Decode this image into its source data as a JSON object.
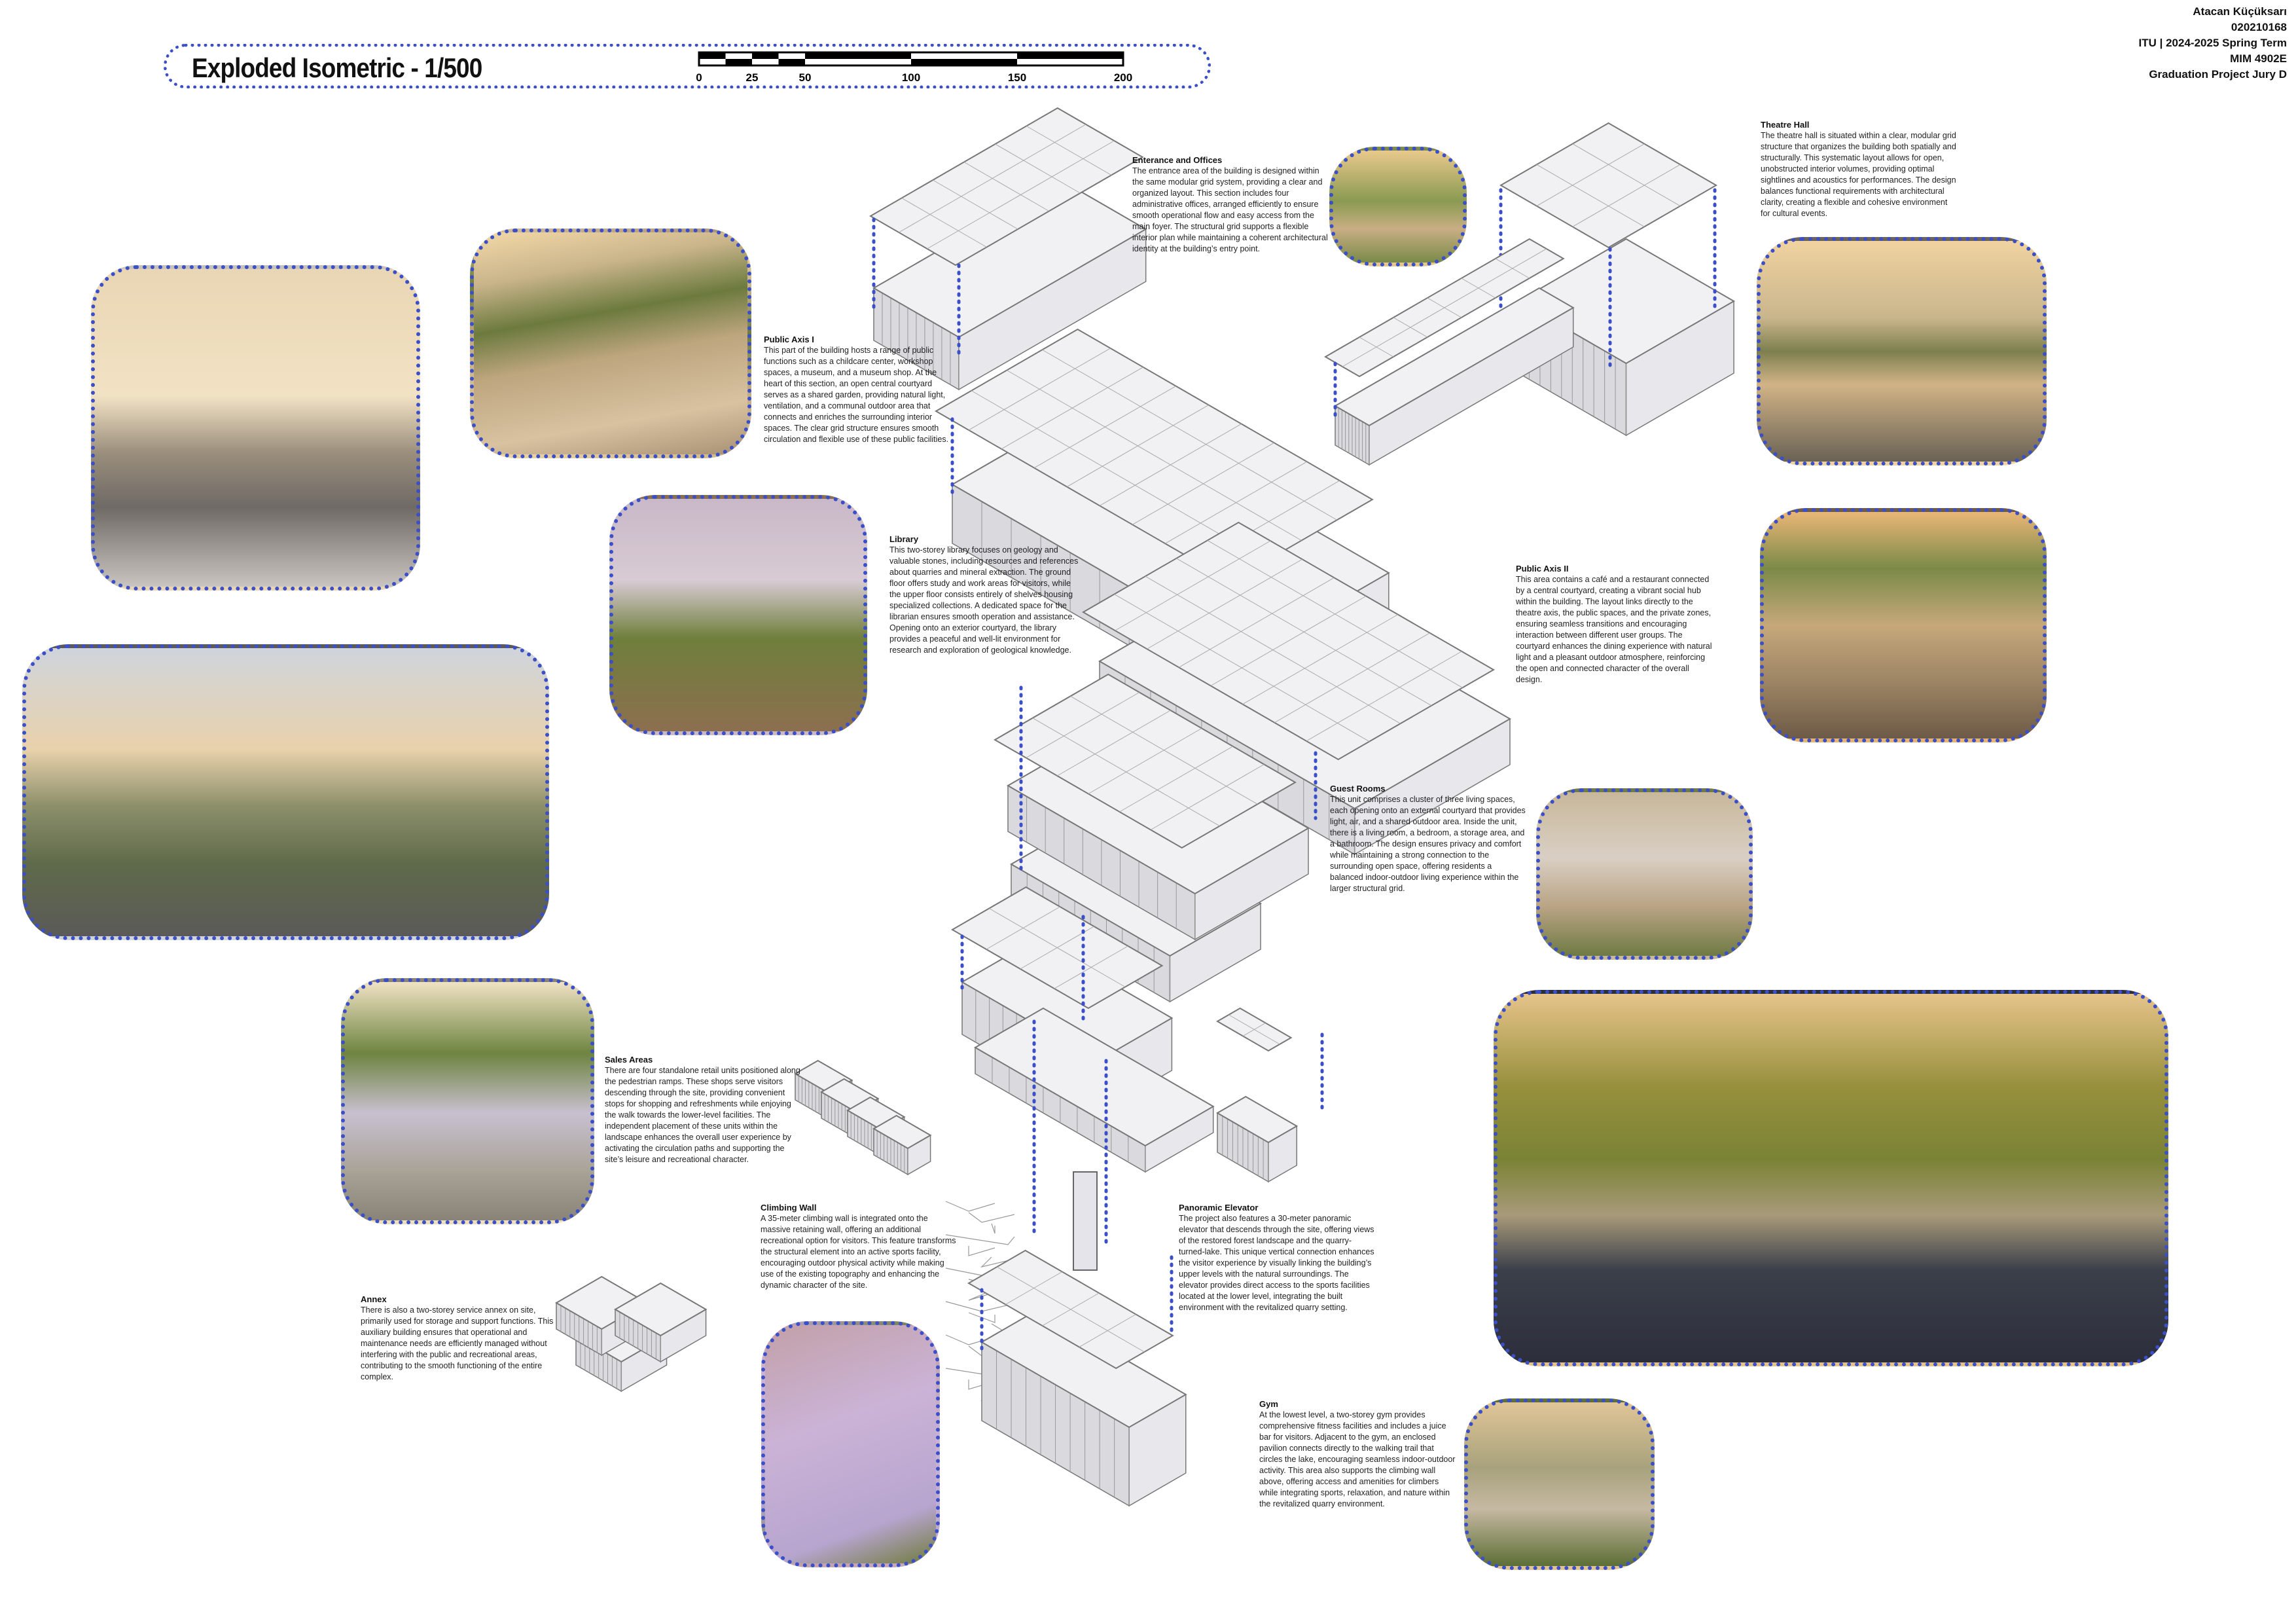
{
  "header": {
    "title": "Exploded Isometric - 1/500",
    "credits": [
      "Atacan Küçüksarı",
      "020210168",
      "ITU | 2024-2025 Spring Term",
      "MIM 4902E",
      "Graduation Project Jury D"
    ]
  },
  "scale_bar": {
    "ticks": [
      "0",
      "25",
      "50",
      "100",
      "150",
      "200"
    ],
    "max_value": 200
  },
  "sections": {
    "entrance": {
      "title": "Enterance and Offices",
      "body": "The entrance area of the building is designed within the same modular grid system, providing a clear and organized layout. This section includes four administrative offices, arranged efficiently to ensure smooth operational flow and easy access from the main foyer. The structural grid supports a flexible interior plan while maintaining a coherent architectural identity at the building’s entry point."
    },
    "theatre": {
      "title": "Theatre Hall",
      "body": "The theatre hall is situated within a clear, modular grid structure that organizes the building both spatially and structurally. This systematic layout allows for open, unobstructed interior volumes, providing optimal sightlines and acoustics for performances. The design balances functional requirements with architectural clarity, creating a flexible and cohesive environment for cultural events."
    },
    "public_axis_1": {
      "title": "Public Axis I",
      "body": "This part of the building hosts a range of public functions such as a childcare center, workshop spaces, a museum, and a museum shop. At the heart of this section, an open central courtyard serves as a shared garden, providing natural light, ventilation, and a communal outdoor area that connects and enriches the surrounding interior spaces. The clear grid structure ensures smooth circulation and flexible use of these public facilities."
    },
    "library": {
      "title": "Library",
      "body": "This two-storey library focuses on geology and valuable stones, including resources and references about quarries and mineral extraction. The ground floor offers study and work areas for visitors, while the upper floor consists entirely of shelves housing specialized collections. A dedicated space for the librarian ensures smooth operation and assistance. Opening onto an exterior courtyard, the library provides a peaceful and well-lit environment for research and exploration of geological knowledge."
    },
    "public_axis_2": {
      "title": "Public Axis II",
      "body": "This area contains a café and a restaurant connected by a central courtyard, creating a vibrant social hub within the building. The layout links directly to the theatre axis, the public spaces, and the private zones, ensuring seamless transitions and encouraging interaction between different user groups. The courtyard enhances the dining experience with natural light and a pleasant outdoor atmosphere, reinforcing the open and connected character of the overall design."
    },
    "guest_rooms": {
      "title": "Guest Rooms",
      "body": "This unit comprises a cluster of three living spaces, each opening onto an external courtyard that provides light, air, and a shared outdoor area. Inside the unit, there is a living room, a bedroom, a storage area, and a bathroom. The design ensures privacy and comfort while maintaining a strong connection to the surrounding open space, offering residents a balanced indoor-outdoor living experience within the larger structural grid."
    },
    "sales": {
      "title": "Sales Areas",
      "body": "There are four standalone retail units positioned along the pedestrian ramps. These shops serve visitors descending through the site, providing convenient stops for shopping and refreshments while enjoying the walk towards the lower-level facilities. The independent placement of these units within the landscape enhances the overall user experience by activating the circulation paths and supporting the site’s leisure and recreational character."
    },
    "climbing": {
      "title": "Climbing Wall",
      "body": "A 35-meter climbing wall is integrated onto the massive retaining wall, offering an additional recreational option for visitors. This feature transforms the structural element into an active sports facility, encouraging outdoor physical activity while making use of the existing topography and enhancing the dynamic character of the site."
    },
    "elevator": {
      "title": "Panoramic Elevator",
      "body": "The project also features a 30-meter panoramic elevator that descends through the site, offering views of the restored forest landscape and the quarry-turned-lake. This unique vertical connection enhances the visitor experience by visually linking the building’s upper levels with the natural surroundings. The elevator provides direct access to the sports facilities located at the lower level, integrating the built environment with the revitalized quarry setting."
    },
    "annex": {
      "title": "Annex",
      "body": "There is also a two-storey service annex on site, primarily used for storage and support functions. This auxiliary building ensures that operational and maintenance needs are efficiently managed without interfering with the public and recreational areas, contributing to the smooth functioning of the entire complex."
    },
    "gym": {
      "title": "Gym",
      "body": "At the lowest level, a two-storey gym provides comprehensive fitness facilities and includes a juice bar for visitors. Adjacent to the gym, an enclosed pavilion connects directly to the walking trail that circles the lake, encouraging seamless indoor-outdoor activity. This area also supports the climbing wall above, offering access and amenities for climbers while integrating sports, relaxation, and nature within the revitalized quarry environment."
    }
  },
  "colors": {
    "accent": "#3a4fc8",
    "plate": "#f1f1f3",
    "wall": "#d9d9de",
    "line": "#777777"
  }
}
